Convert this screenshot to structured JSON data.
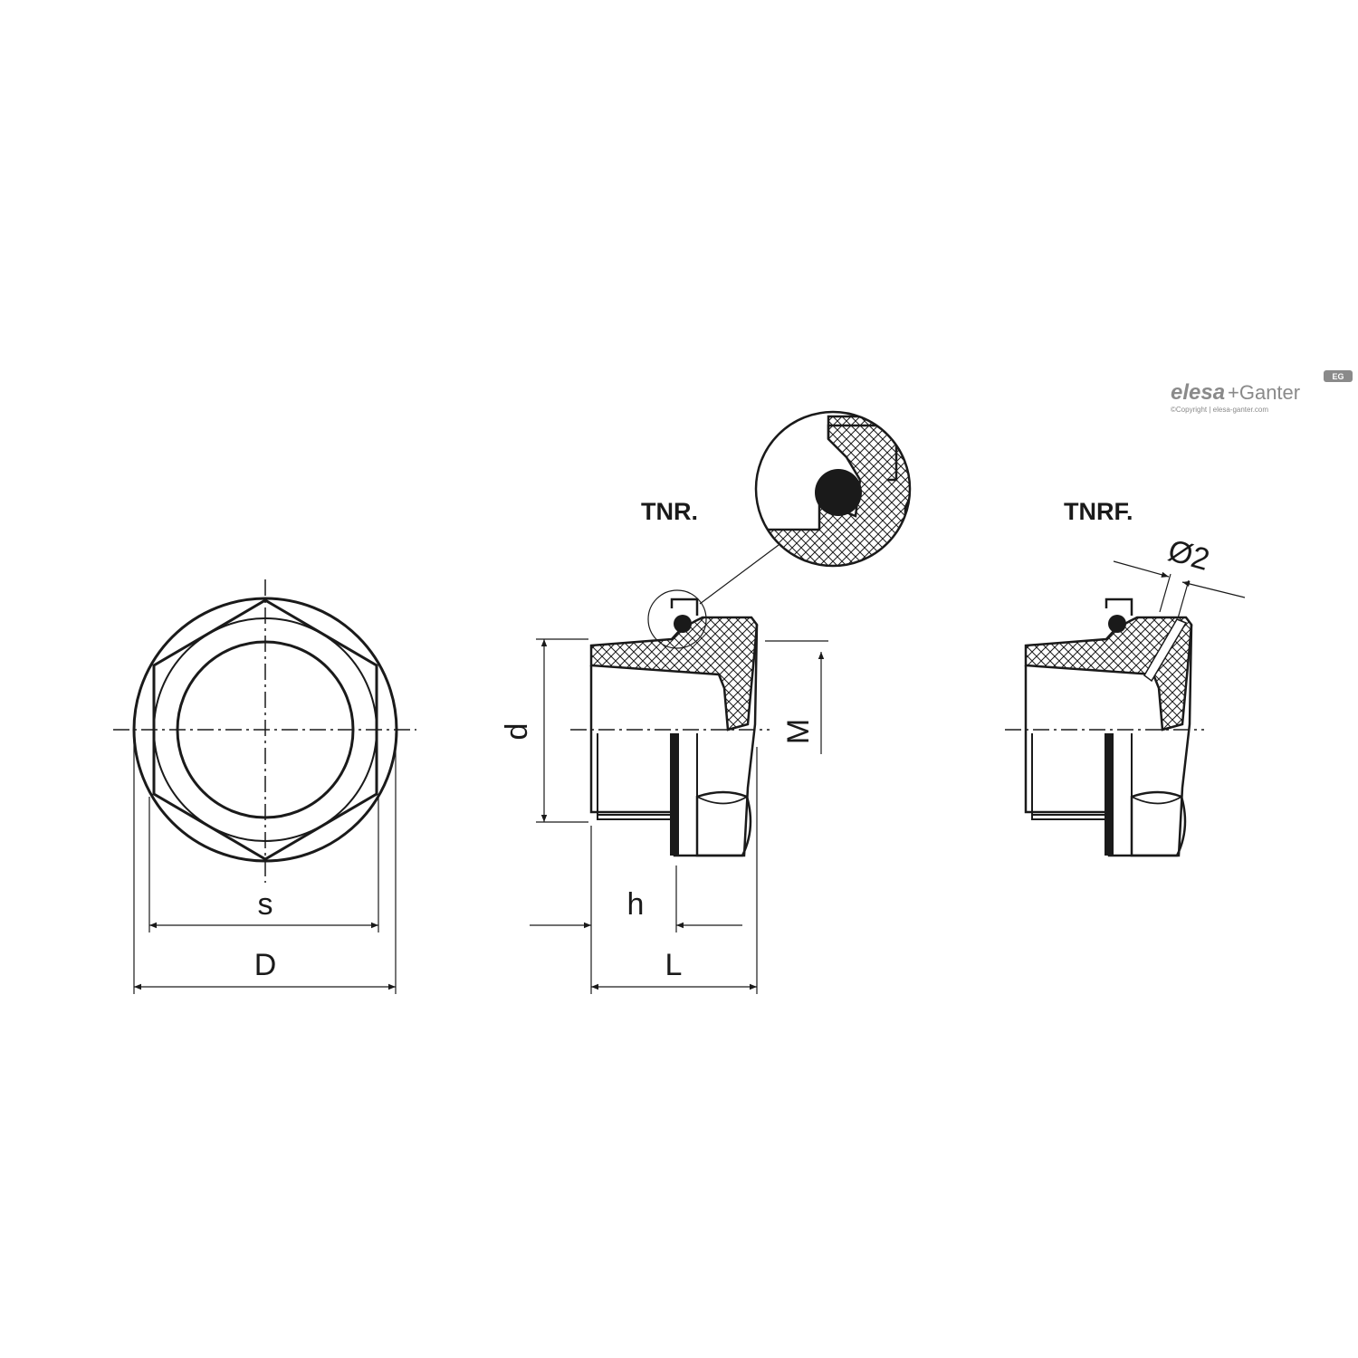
{
  "views": {
    "front": {
      "dim_s": "s",
      "dim_D": "D"
    },
    "tnr": {
      "label": "TNR.",
      "dim_d": "d",
      "dim_M": "M",
      "dim_h": "h",
      "dim_L": "L"
    },
    "tnrf": {
      "label": "TNRF.",
      "dim_hole": "Ø2"
    }
  },
  "brand": {
    "name_part1": "elesa",
    "name_part2": "+Ganter",
    "badge": "EG",
    "copyright": "©Copyright | elesa-ganter.com"
  },
  "colors": {
    "line": "#1a1a1a",
    "brand_gray": "#8a8a8a"
  }
}
